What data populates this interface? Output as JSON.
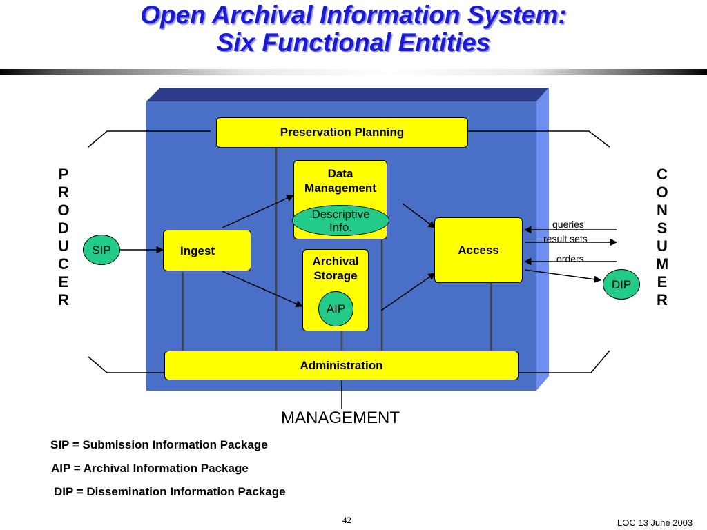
{
  "title": {
    "line1": "Open Archival Information System:",
    "line2": "Six Functional Entities"
  },
  "entities": {
    "preservation_planning": "Preservation Planning",
    "data_management": "Data Management",
    "descriptive_info": "Descriptive Info.",
    "ingest": "Ingest",
    "archival_storage": "Archival Storage",
    "aip": "AIP",
    "access": "Access",
    "administration": "Administration"
  },
  "producer": {
    "letters": [
      "P",
      "R",
      "O",
      "D",
      "U",
      "C",
      "E",
      "R"
    ],
    "package": "SIP"
  },
  "consumer": {
    "letters": [
      "C",
      "O",
      "N",
      "S",
      "U",
      "M",
      "E",
      "R"
    ],
    "package": "DIP"
  },
  "flows": {
    "queries": "queries",
    "result_sets": "result sets",
    "orders": "orders"
  },
  "management": "MANAGEMENT",
  "legend": {
    "sip": "SIP  = Submission Information Package",
    "aip": "AIP =  Archival Information Package",
    "dip": "DIP =  Dissemination Information Package"
  },
  "page_number": "42",
  "footer": "LOC  13 June 2003",
  "colors": {
    "title": "#1a1ad6",
    "panel": "#4a6fc6",
    "box": "#ffff00",
    "oval": "#22cc88"
  }
}
